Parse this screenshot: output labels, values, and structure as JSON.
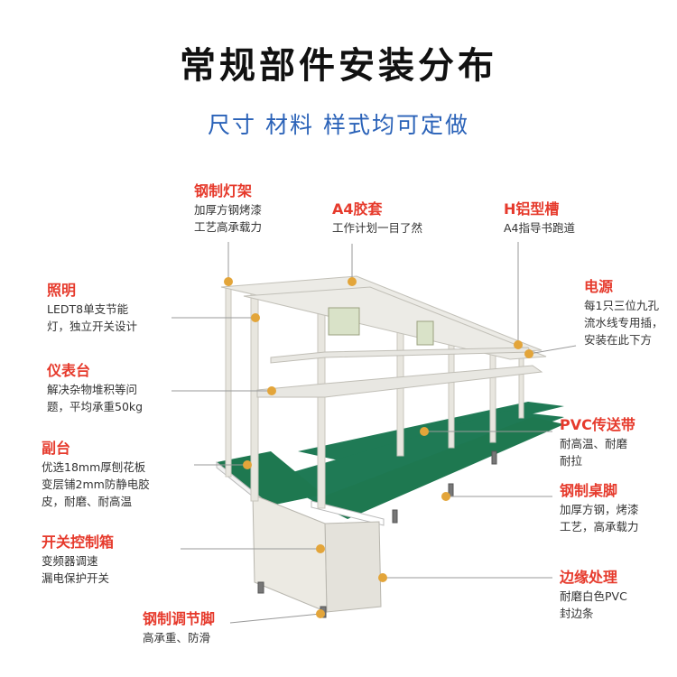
{
  "title": "常规部件安装分布",
  "subtitle": "尺寸 材料 样式均可定做",
  "colors": {
    "heading": "#e63a2c",
    "subtitle": "#2a62b8",
    "belt": "#1f7a55",
    "frame": "#e8e6df",
    "leader": "#999999"
  },
  "labels": {
    "steel_light_frame": {
      "title": "钢制灯架",
      "lines": [
        "加厚方钢烤漆",
        "工艺高承载力"
      ]
    },
    "a4_sleeve": {
      "title": "A4胶套",
      "lines": [
        "工作计划一目了然"
      ]
    },
    "h_aluminum_slot": {
      "title": "H铝型槽",
      "lines": [
        "A4指导书跑道"
      ]
    },
    "lighting": {
      "title": "照明",
      "lines": [
        "LEDT8单支节能",
        "灯，独立开关设计"
      ]
    },
    "power": {
      "title": "电源",
      "lines": [
        "每1只三位九孔",
        "流水线专用插，",
        "安装在此下方"
      ]
    },
    "instrument_shelf": {
      "title": "仪表台",
      "lines": [
        "解决杂物堆积等问",
        "题，平均承重50kg"
      ]
    },
    "pvc_belt": {
      "title": "PVC传送带",
      "lines": [
        "耐高温、耐磨",
        "耐拉"
      ]
    },
    "side_table": {
      "title": "副台",
      "lines": [
        "优选18mm厚刨花板",
        "变层铺2mm防静电胶",
        "皮，耐磨、耐高温"
      ]
    },
    "steel_table_leg": {
      "title": "钢制桌脚",
      "lines": [
        "加厚方钢，烤漆",
        "工艺，高承载力"
      ]
    },
    "switch_box": {
      "title": "开关控制箱",
      "lines": [
        "变频器调速",
        "漏电保护开关"
      ]
    },
    "edge_treatment": {
      "title": "边缘处理",
      "lines": [
        "耐磨白色PVC",
        "封边条"
      ]
    },
    "adjustable_foot": {
      "title": "钢制调节脚",
      "lines": [
        "高承重、防滑"
      ]
    }
  }
}
